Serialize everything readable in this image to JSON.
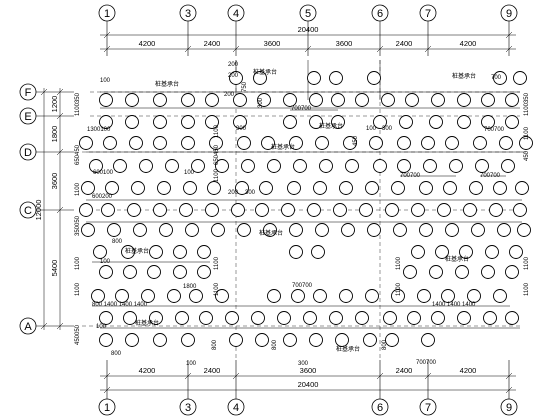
{
  "axes": {
    "vertical": [
      "1",
      "3",
      "4",
      "5",
      "6",
      "7",
      "9"
    ],
    "horizontal": [
      "F",
      "E",
      "D",
      "C",
      "A"
    ]
  },
  "dimensions": {
    "overall": "20400",
    "bays": [
      "4200",
      "2400",
      "3600",
      "3600",
      "2400",
      "4200"
    ],
    "left_bays": [
      "1200",
      "1800",
      "3600",
      "5400"
    ],
    "left_overall": "12000"
  },
  "annotations": [
    "100",
    "1100350",
    "1300100",
    "650450",
    "1100",
    "600100",
    "600200",
    "350050",
    "800",
    "800 1400 1400 1400",
    "450050",
    "300",
    "700700",
    "200",
    "750",
    "450",
    "700",
    "1800",
    "1400 1400 1400"
  ],
  "cap_label": "桩基承台",
  "colors": {
    "line": "#000000",
    "background": "#ffffff"
  }
}
